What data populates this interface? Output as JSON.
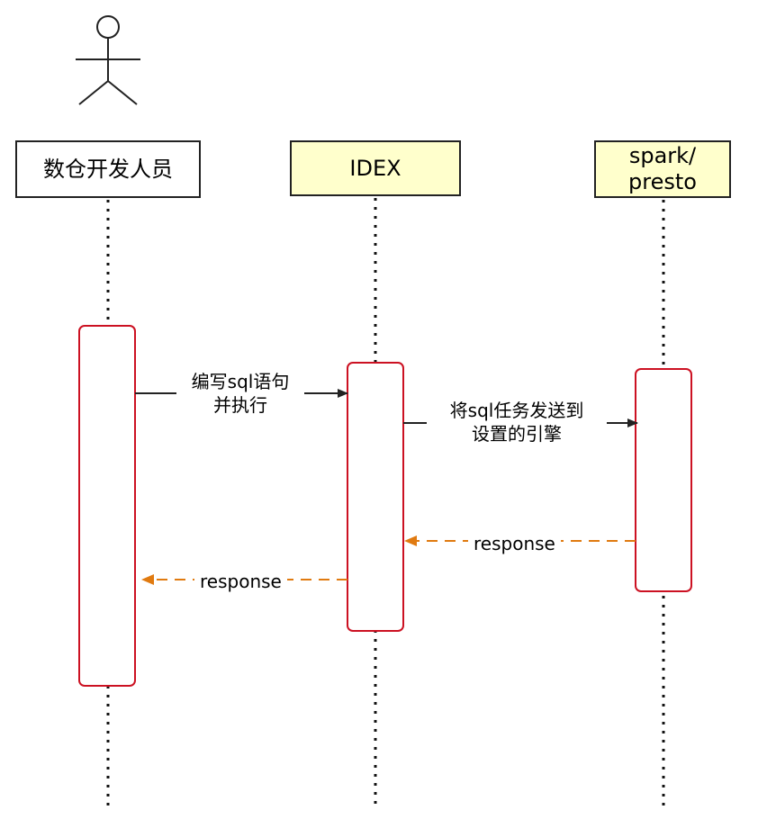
{
  "actor": {
    "icon": "stick-figure-actor-icon"
  },
  "participants": [
    {
      "id": "dev",
      "label": "数仓开发人员",
      "fill": "#ffffff"
    },
    {
      "id": "idex",
      "label": "IDEX",
      "fill": "#ffffcc"
    },
    {
      "id": "spark",
      "label": "spark/\npresto",
      "fill": "#ffffcc"
    }
  ],
  "messages": [
    {
      "id": "m1",
      "from": "数仓开发人员",
      "to": "IDEX",
      "label": "编写sql语句\n并执行",
      "style": "solid",
      "color": "#222222"
    },
    {
      "id": "m2",
      "from": "IDEX",
      "to": "spark/presto",
      "label": "将sql任务发送到\n设置的引擎",
      "style": "solid",
      "color": "#222222"
    },
    {
      "id": "r1",
      "from": "spark/presto",
      "to": "IDEX",
      "label": "response",
      "style": "dashed",
      "color": "#e07a10"
    },
    {
      "id": "r2",
      "from": "IDEX",
      "to": "数仓开发人员",
      "label": "response",
      "style": "dashed",
      "color": "#e07a10"
    }
  ],
  "colors": {
    "activation_border": "#cc1122",
    "lifeline": "#111111",
    "response_arrow": "#e07a10",
    "request_arrow": "#222222",
    "participant_fill_highlight": "#ffffcc"
  }
}
